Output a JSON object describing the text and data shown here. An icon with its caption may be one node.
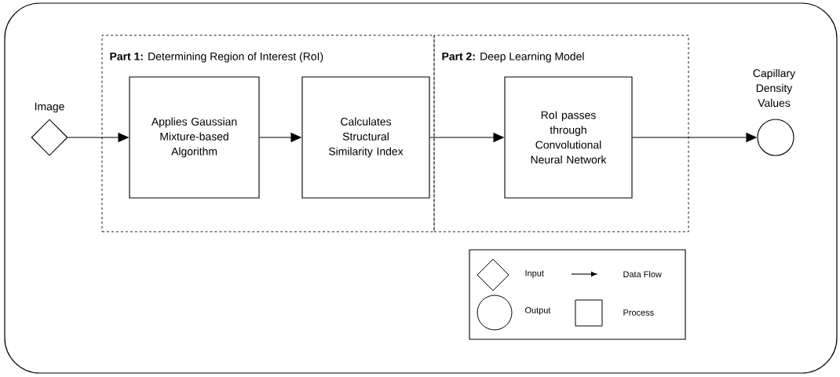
{
  "diagram": {
    "nodes": [
      {
        "text": [
          "**Part 1:** Determining Region of Interest (RoI)"
        ]
      },
      {
        "text": [
          "**Part 2:** Deep Learning Model"
        ]
      },
      {
        "text": [],
        "shape": "diamond",
        "beside": [
          "Image"
        ]
      },
      {
        "text": [
          "Applies Gaussian Mixture-based Algorithm"
        ],
        "in": 0
      },
      {
        "text": [
          "Calculates Structural Similarity Index"
        ],
        "in": 0
      },
      {
        "text": [
          "RoI passes through Convolutional Neural Network"
        ],
        "in": 1
      },
      {
        "text": [],
        "shape": "circle",
        "beside": [
          "Capillary Density Values"
        ]
      }
    ],
    "edges": [
      {
        "from": 2,
        "to": 3,
        "arrow": "to"
      },
      {
        "from": 3,
        "to": 4,
        "arrow": "to"
      },
      {
        "from": 4,
        "to": 5,
        "arrow": "to"
      },
      {
        "from": 5,
        "to": 6,
        "arrow": "to"
      }
    ],
    "legend": [
      {
        "text": "Input"
      },
      {
        "text": "Data Flow"
      },
      {
        "text": "Output"
      },
      {
        "text": "Process"
      }
    ]
  }
}
